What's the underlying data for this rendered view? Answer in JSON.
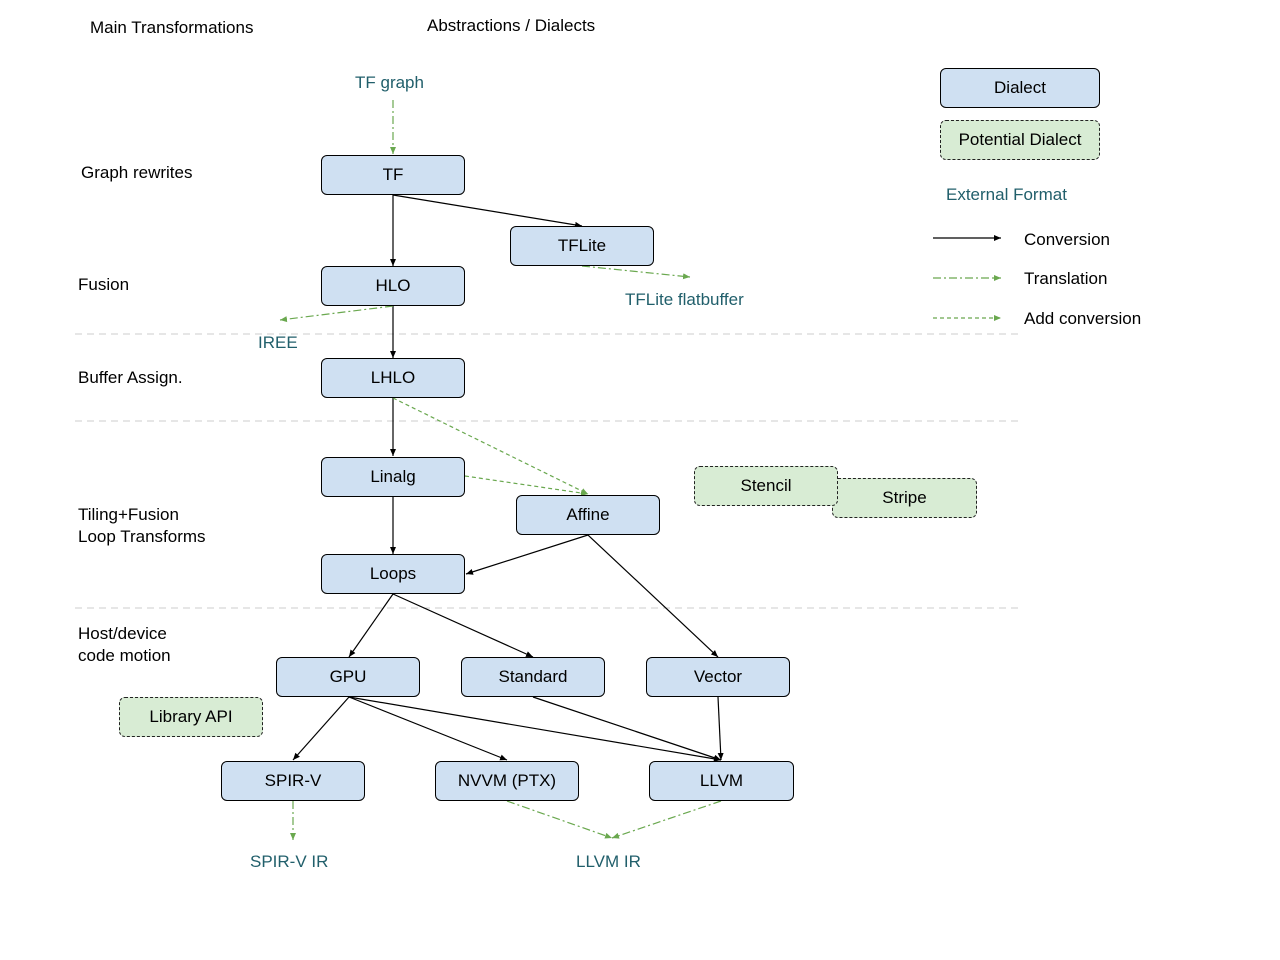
{
  "headers": {
    "main_transformations": "Main Transformations",
    "abstractions": "Abstractions / Dialects"
  },
  "stages": {
    "graph_rewrites": "Graph rewrites",
    "fusion": "Fusion",
    "buffer_assign": "Buffer Assign.",
    "tiling_fusion": "Tiling+Fusion",
    "loop_transforms": "Loop Transforms",
    "host_device": "Host/device",
    "code_motion": "code motion"
  },
  "dialects": {
    "tf": "TF",
    "tflite": "TFLite",
    "hlo": "HLO",
    "lhlo": "LHLO",
    "linalg": "Linalg",
    "affine": "Affine",
    "loops": "Loops",
    "gpu": "GPU",
    "standard": "Standard",
    "vector": "Vector",
    "spirv": "SPIR-V",
    "nvvm": "NVVM (PTX)",
    "llvm": "LLVM"
  },
  "potential_dialects": {
    "stencil": "Stencil",
    "stripe": "Stripe",
    "library_api": "Library API"
  },
  "external_formats": {
    "tf_graph": "TF graph",
    "tflite_flatbuffer": "TFLite flatbuffer",
    "iree": "IREE",
    "spirv_ir": "SPIR-V IR",
    "llvm_ir": "LLVM IR"
  },
  "legend": {
    "dialect": "Dialect",
    "potential_dialect": "Potential Dialect",
    "external_format": "External Format",
    "conversion": "Conversion",
    "translation": "Translation",
    "add_conversion": "Add conversion"
  },
  "colors": {
    "dialect_fill": "#cfe0f2",
    "potential_fill": "#d8ecd4",
    "external_text": "#215f6b",
    "translation_line": "#6aa84f",
    "conversion_line": "#000000",
    "separator": "#cccccc"
  }
}
